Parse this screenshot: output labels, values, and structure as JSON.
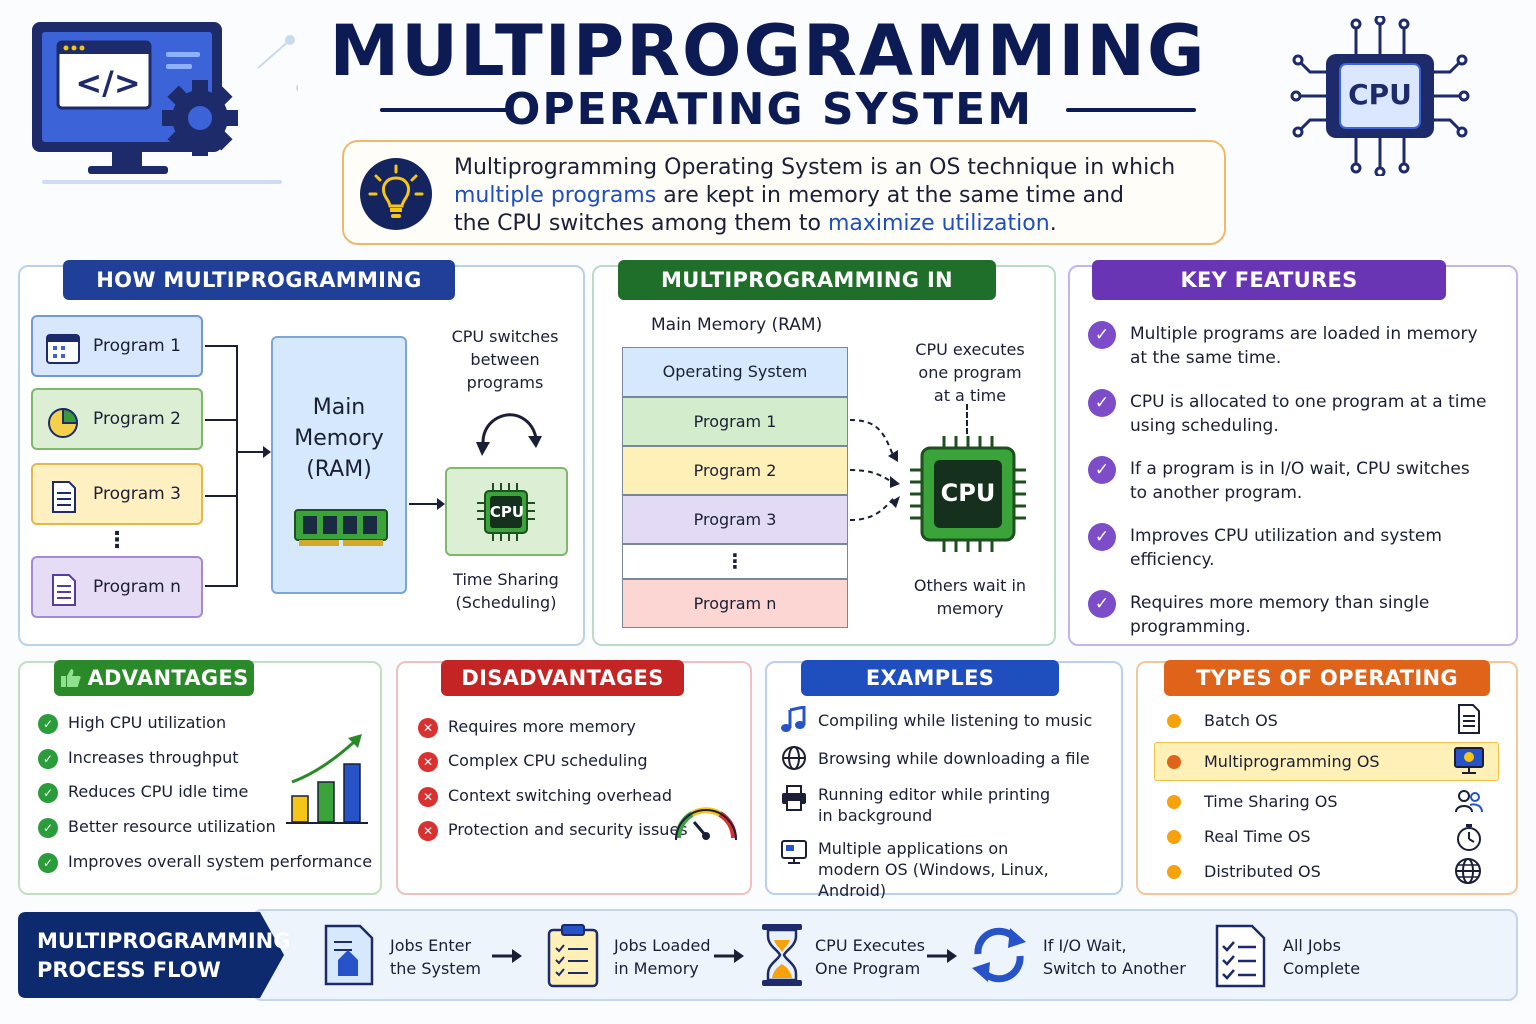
{
  "header": {
    "title": "MULTIPROGRAMMING",
    "subtitle": "OPERATING SYSTEM",
    "cpu_chip_label": "CPU",
    "code_symbol": "</>"
  },
  "intro": {
    "line1": "Multiprogramming Operating System is an OS technique in which",
    "line2_hl": "multiple programs",
    "line2_rest": " are kept in memory at the same time and",
    "line3_pre": "the CPU switches among them to ",
    "line3_hl": "maximize utilization",
    "line3_post": "."
  },
  "how_works": {
    "title": "HOW MULTIPROGRAMMING WORKS",
    "programs": [
      "Program 1",
      "Program 2",
      "Program 3",
      "Program n"
    ],
    "ellipsis": "⋮",
    "memory_label": [
      "Main",
      "Memory",
      "(RAM)"
    ],
    "cpu_caption": [
      "CPU switches",
      "between",
      "programs"
    ],
    "cpu_label": "CPU",
    "time_sharing": [
      "Time Sharing",
      "(Scheduling)"
    ]
  },
  "memory": {
    "title": "MULTIPROGRAMMING IN MEMORY",
    "ram_label": "Main Memory (RAM)",
    "rows": [
      "Operating System",
      "Program 1",
      "Program 2",
      "Program 3",
      "⋮",
      "Program n"
    ],
    "cpu_caption": [
      "CPU executes",
      "one program",
      "at a time"
    ],
    "cpu_label": "CPU",
    "wait_caption": [
      "Others wait in",
      "memory"
    ]
  },
  "features": {
    "title": "KEY FEATURES",
    "check": "✓",
    "items": [
      [
        "Multiple programs are loaded in memory",
        "at the same time."
      ],
      [
        "CPU is allocated to one program at a time",
        "using scheduling."
      ],
      [
        "If a program is in I/O wait, CPU switches",
        "to another program."
      ],
      [
        "Improves CPU utilization and system",
        "efficiency."
      ],
      [
        "Requires more memory than single",
        "programming."
      ]
    ]
  },
  "advantages": {
    "title": "ADVANTAGES",
    "check": "✓",
    "items": [
      "High CPU utilization",
      "Increases throughput",
      "Reduces CPU idle time",
      "Better resource utilization",
      "Improves overall system performance"
    ]
  },
  "disadvantages": {
    "title": "DISADVANTAGES",
    "mark": "✕",
    "items": [
      "Requires more memory",
      "Complex CPU scheduling",
      "Context switching overhead",
      "Protection and security issues"
    ]
  },
  "examples": {
    "title": "EXAMPLES",
    "items": [
      [
        "Compiling while listening to music"
      ],
      [
        "Browsing while downloading a file"
      ],
      [
        "Running editor while printing",
        "in background"
      ],
      [
        "Multiple applications on",
        "modern OS (Windows, Linux, Android)"
      ]
    ],
    "icons": [
      "music-icon",
      "globe-icon",
      "printer-icon",
      "desktop-icon"
    ]
  },
  "types": {
    "title": "TYPES OF OPERATING SYSTEM",
    "items": [
      "Batch OS",
      "Multiprogramming OS",
      "Time Sharing OS",
      "Real Time OS",
      "Distributed OS"
    ],
    "highlight_index": 1
  },
  "flow": {
    "title": [
      "MULTIPROGRAMMING",
      "PROCESS FLOW"
    ],
    "steps": [
      [
        "Jobs Enter",
        "the System"
      ],
      [
        "Jobs Loaded",
        "in Memory"
      ],
      [
        "CPU Executes",
        "One Program"
      ],
      [
        "If I/O Wait,",
        "Switch to Another"
      ],
      [
        "All Jobs",
        "Complete"
      ]
    ]
  },
  "colors": {
    "navy": "#0d1b55",
    "blue": "#1f3f99",
    "green": "#1f6f2a",
    "purple": "#6a35b5",
    "red": "#c42424",
    "orange": "#e0631a"
  }
}
